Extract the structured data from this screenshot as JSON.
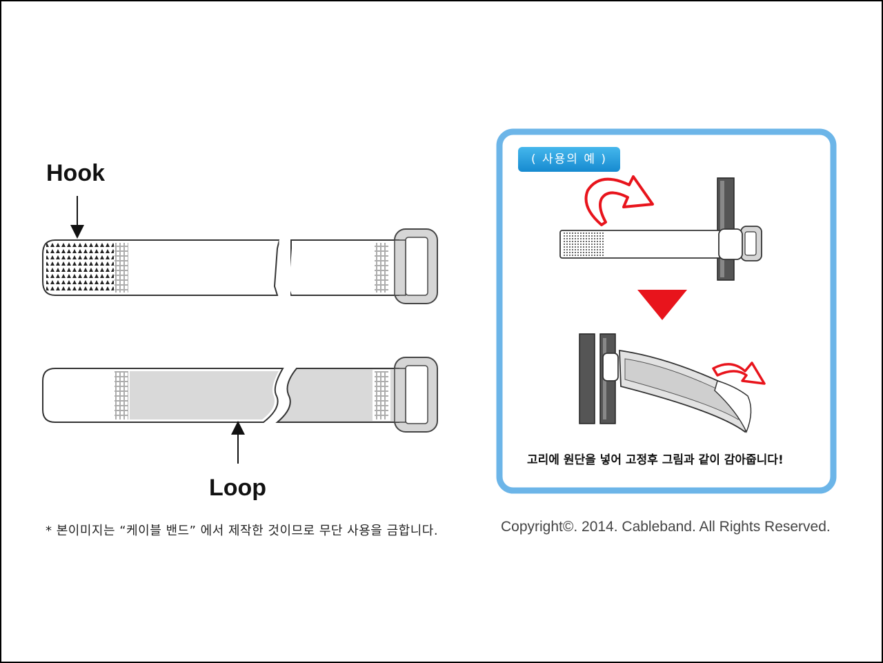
{
  "labels": {
    "hook": "Hook",
    "loop": "Loop"
  },
  "panel": {
    "badge": "( 사용의 예 )",
    "instruction": "고리에 원단을 넣어 고정후 그림과 같이 감아줍니다!",
    "border_color": "#6cb5e8",
    "arrow_color": "#e8141c"
  },
  "footer": {
    "notice": "* 본이미지는 “케이블 밴드” 에서 제작한 것이므로 무단 사용을 금합니다.",
    "copyright": "Copyright©. 2014. Cableband. All Rights Reserved."
  }
}
